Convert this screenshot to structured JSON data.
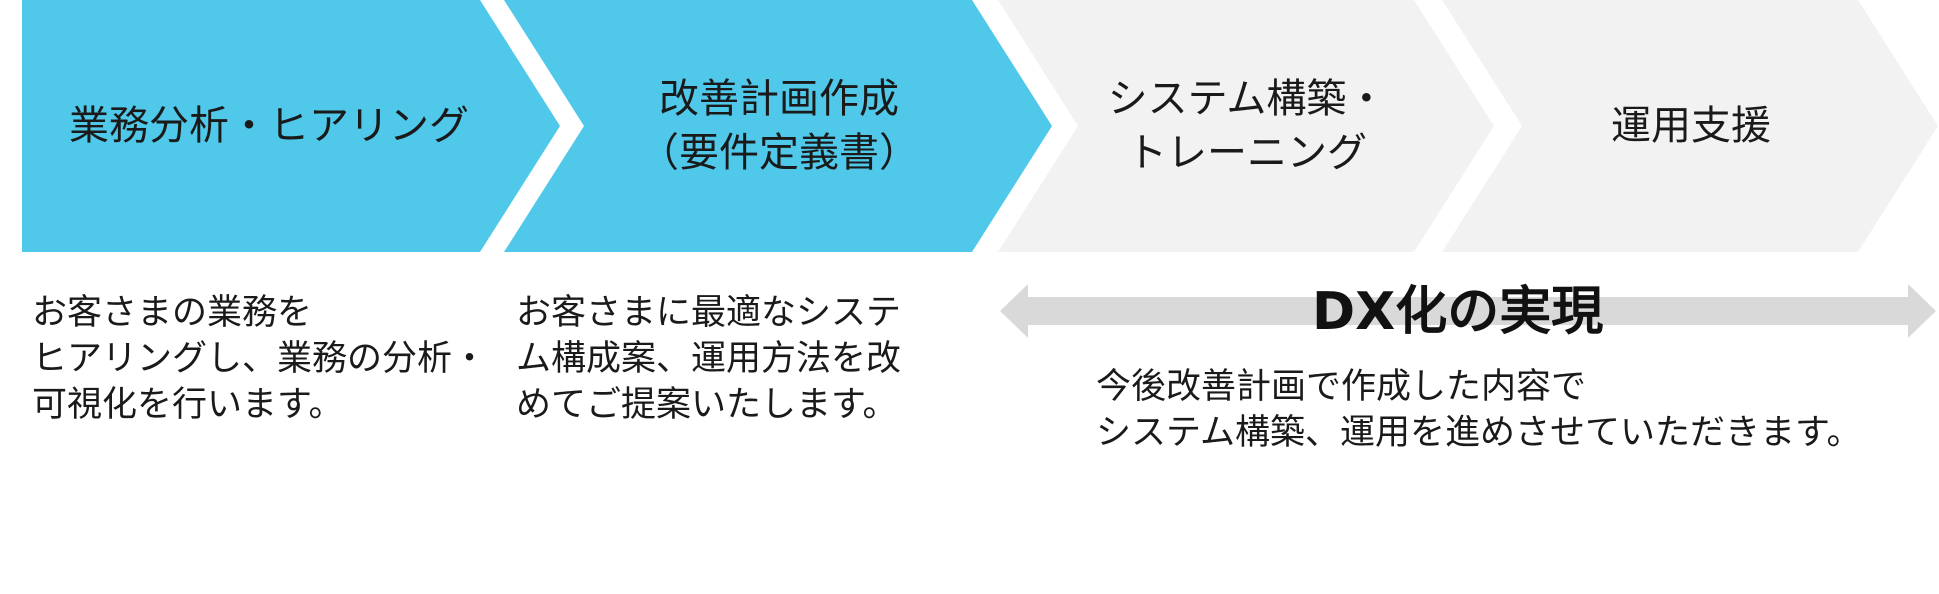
{
  "steps": [
    {
      "label": "業務分析・ヒアリング",
      "state": "active"
    },
    {
      "label": "改善計画作成\n（要件定義書）",
      "state": "active"
    },
    {
      "label": "システム構築・\nトレーニング",
      "state": "inactive"
    },
    {
      "label": "運用支援",
      "state": "inactive"
    }
  ],
  "descriptions": [
    "お客さまの業務を\nヒアリングし、業務の分析・\n可視化を行います。",
    "お客さまに最適なシステ\nム構成案、運用方法を改\nめてご提案いたします。"
  ],
  "dx": {
    "title": "DX化の実現",
    "description": "今後改善計画で作成した内容で\nシステム構築、運用を進めさせていただきます。"
  },
  "colors": {
    "active": "#4fc8ea",
    "inactive": "#f2f2f2",
    "arrow": "#d9d9d9",
    "text": "#1a1a1a"
  }
}
